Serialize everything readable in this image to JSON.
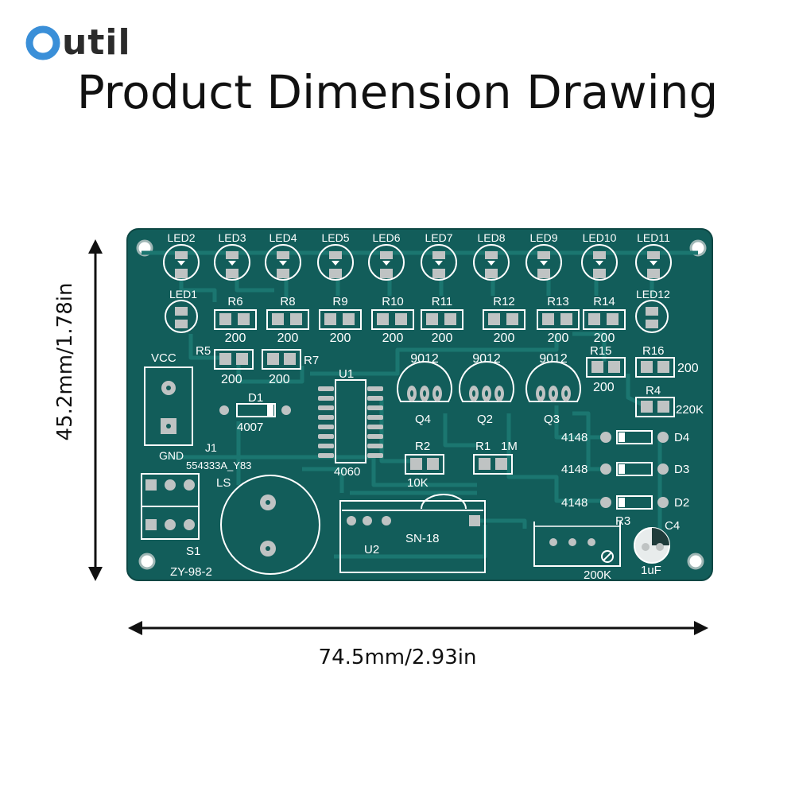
{
  "brand": {
    "name": "Outil",
    "accent": "#3a8fd8"
  },
  "title": "Product Dimension Drawing",
  "dimensions": {
    "width": "74.5mm/2.93in",
    "height": "45.2mm/1.78in"
  },
  "colors": {
    "board": "#125d5a",
    "trace": "#1b7670",
    "silk": "#ffffff",
    "pad": "#bfc3c3",
    "hole": "#ffffff"
  },
  "silkscreen": {
    "leds_top": [
      "LED2",
      "LED3",
      "LED4",
      "LED5",
      "LED6",
      "LED7",
      "LED8",
      "LED9",
      "LED10",
      "LED11"
    ],
    "led1": "LED1",
    "led12": "LED12",
    "resistors_row": [
      {
        "ref": "R6",
        "val": "200"
      },
      {
        "ref": "R8",
        "val": "200"
      },
      {
        "ref": "R9",
        "val": "200"
      },
      {
        "ref": "R10",
        "val": "200"
      },
      {
        "ref": "R11",
        "val": "200"
      },
      {
        "ref": "R12",
        "val": "200"
      },
      {
        "ref": "R13",
        "val": "200"
      },
      {
        "ref": "R14",
        "val": "200"
      }
    ],
    "r5": {
      "ref": "R5",
      "val": "200"
    },
    "r7": {
      "ref": "R7",
      "val": "200"
    },
    "r15": {
      "ref": "R15",
      "val": "200"
    },
    "r16": {
      "ref": "R16",
      "val": "200"
    },
    "r4": {
      "ref": "R4",
      "val": "220K"
    },
    "r2": {
      "ref": "R2",
      "val": "10K"
    },
    "r1": {
      "ref": "R1",
      "val": "1M"
    },
    "r3": {
      "ref": "R3",
      "val": "200K"
    },
    "vcc": "VCC",
    "gnd": "GND",
    "j1": "J1",
    "j1_part": "554333A_Y83",
    "d1": {
      "ref": "D1",
      "val": "4007"
    },
    "u1": {
      "ref": "U1",
      "val": "4060"
    },
    "transistors": [
      {
        "type": "9012",
        "ref": "Q4"
      },
      {
        "type": "9012",
        "ref": "Q2"
      },
      {
        "type": "9012",
        "ref": "Q3"
      }
    ],
    "diodes_right": [
      {
        "val": "4148",
        "ref": "D4"
      },
      {
        "val": "4148",
        "ref": "D3"
      },
      {
        "val": "4148",
        "ref": "D2"
      }
    ],
    "ls": "LS",
    "s1": "S1",
    "board_name": "ZY-98-2",
    "u2": {
      "ref": "U2",
      "val": "SN-18"
    },
    "c4": {
      "ref": "C4",
      "val": "1uF"
    }
  }
}
